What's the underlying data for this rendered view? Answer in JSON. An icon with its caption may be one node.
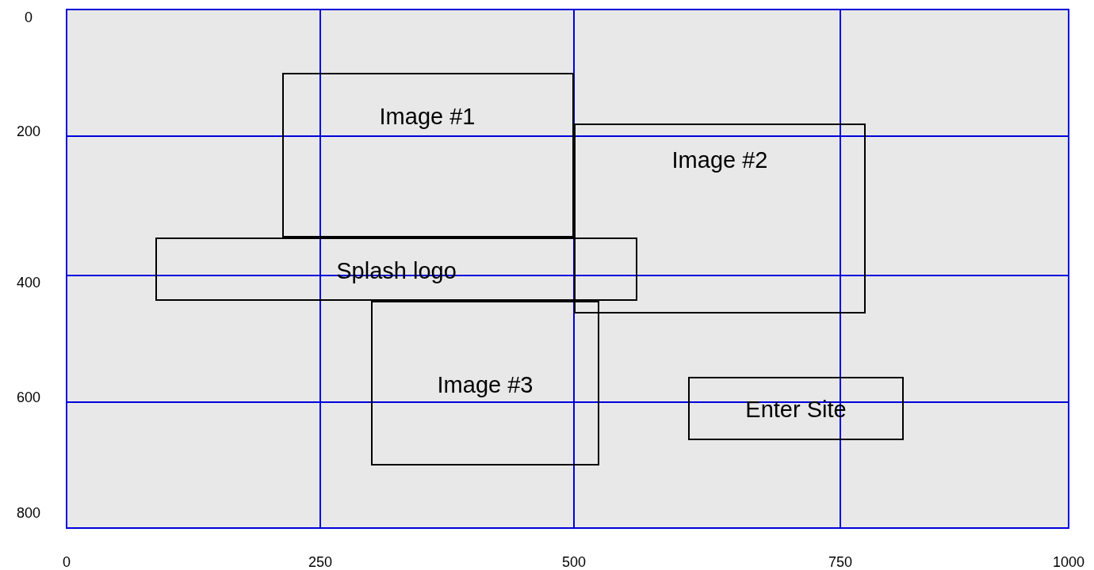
{
  "diagram": {
    "nodes": [
      {
        "text": [
          "Image #1"
        ]
      },
      {
        "text": [
          "Image #2"
        ]
      },
      {
        "text": [
          "Splash logo"
        ]
      },
      {
        "text": [
          "Image #3"
        ]
      },
      {
        "text": [
          "Enter Site"
        ]
      }
    ],
    "labels": [
      "0",
      "200",
      "400",
      "600",
      "800",
      "0",
      "250",
      "500",
      "750",
      "1000"
    ]
  }
}
